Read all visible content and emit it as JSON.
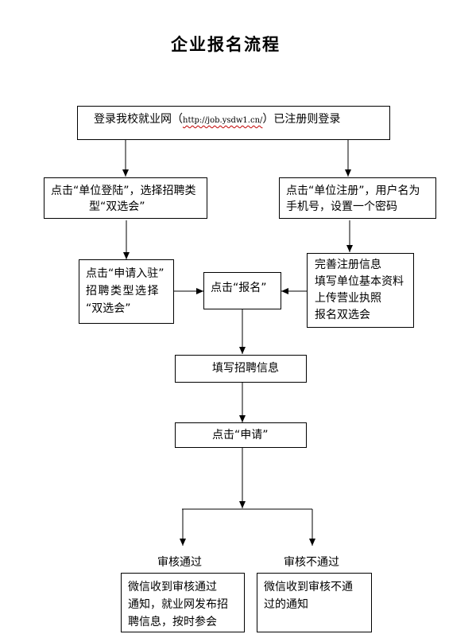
{
  "title": "企业报名流程",
  "nodes": {
    "login": {
      "prefix": "登录我校就业网（",
      "url": "http://job.ysdw1.cn/",
      "suffix": "）已注册则登录"
    },
    "unit_login": {
      "lines": [
        "点击“单位登陆”，选择招聘类",
        "型“双选会”"
      ]
    },
    "unit_register": {
      "lines": [
        "点击“单位注册”，用户名为",
        "手机号，设置一个密码"
      ]
    },
    "apply_entry": {
      "lines": [
        "点击“申请入驻”",
        "招聘类型选择",
        "“双选会”"
      ]
    },
    "signup": {
      "lines": [
        "点击“报名”"
      ]
    },
    "complete_info": {
      "lines": [
        "完善注册信息",
        "填写单位基本资料",
        "上传营业执照",
        "报名双选会"
      ]
    },
    "fill_recruit": {
      "lines": [
        "填写招聘信息"
      ]
    },
    "apply": {
      "lines": [
        "点击“申请”"
      ]
    },
    "approved_result": {
      "lines": [
        "微信收到审核通过",
        "通知，就业网发布招",
        "聘信息，按时参会"
      ]
    },
    "rejected_result": {
      "lines": [
        "微信收到审核不通",
        "过的通知"
      ]
    }
  },
  "branch_labels": {
    "approved": "审核通过",
    "rejected": "审核不通过"
  }
}
